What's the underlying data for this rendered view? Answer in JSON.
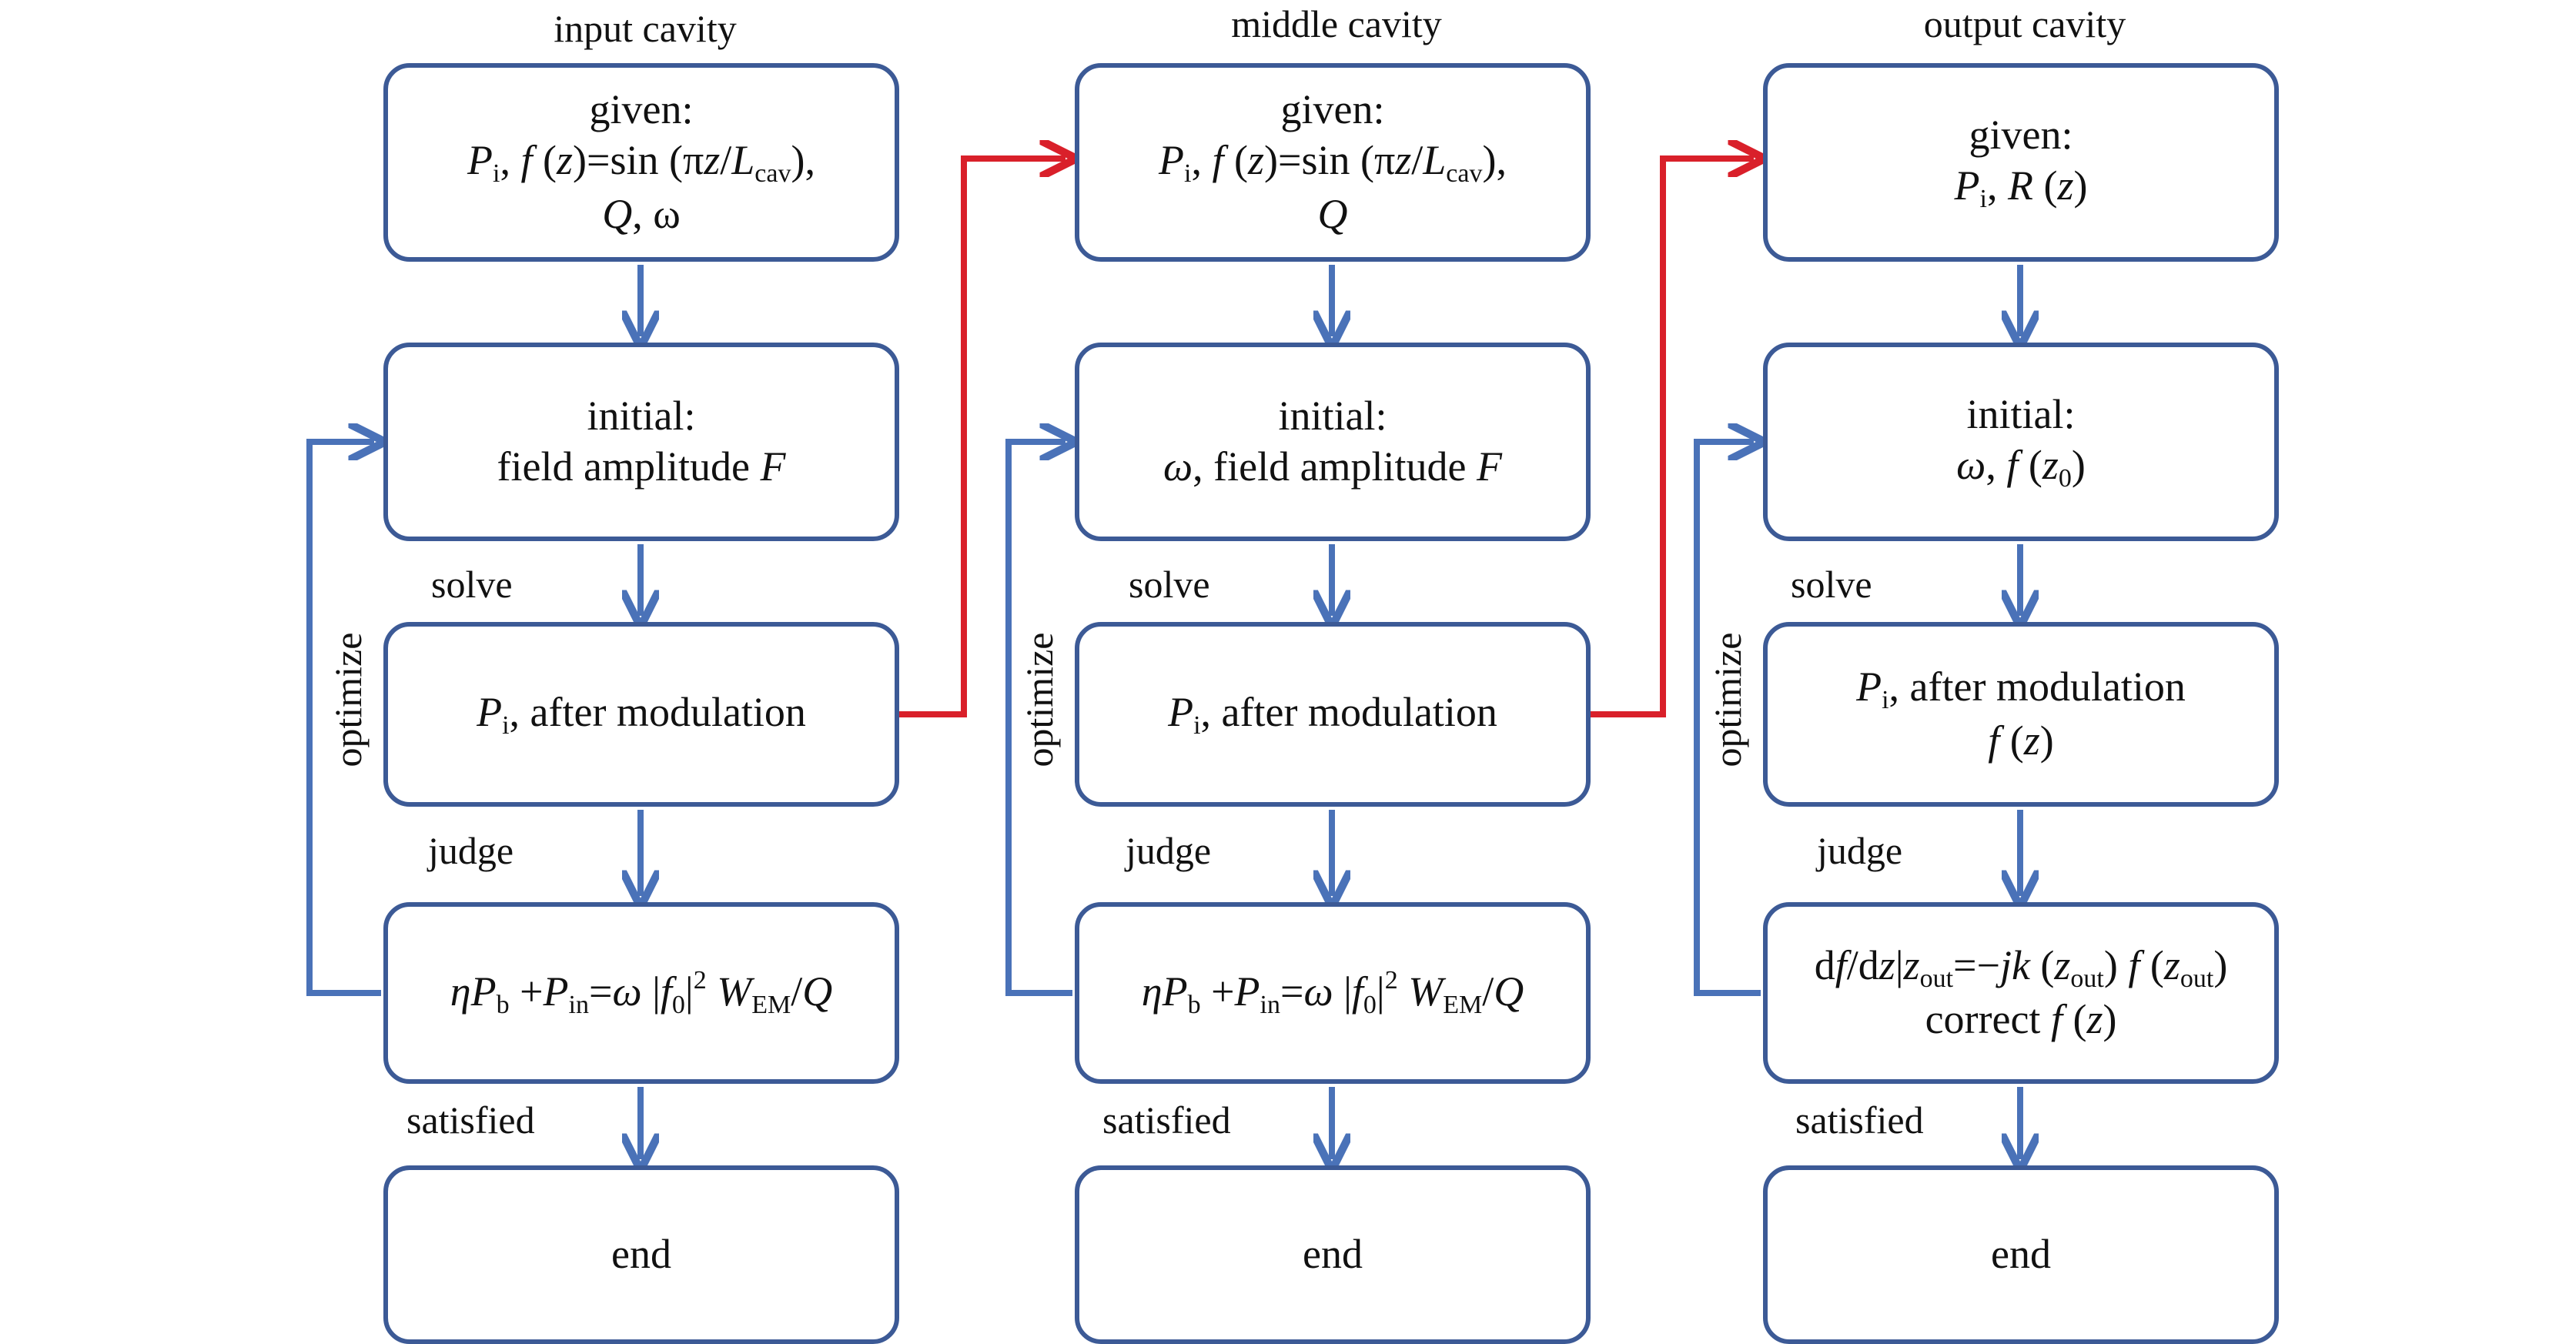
{
  "columns": [
    {
      "title": "input cavity",
      "given_heading": "given:",
      "given_line2": "sin (π",
      "given_line3_extra": ", ω",
      "initial_heading": "initial:",
      "initial_text": "field amplitude ",
      "initial_italic": "F",
      "solve_text": ", after modulation",
      "judge_text": "η",
      "end_text": "end"
    },
    {
      "title": "middle cavity",
      "given_heading": "given:",
      "given_line2": "sin (π",
      "initial_heading": "initial:",
      "initial_text": ", field amplitude ",
      "initial_italic": "F",
      "solve_text": ", after modulation",
      "end_text": "end"
    },
    {
      "title": "output cavity",
      "given_heading": "given:",
      "initial_heading": "initial:",
      "solve_text": ", after modulation",
      "judge_line2": "correct ",
      "end_text": "end"
    }
  ],
  "labels": {
    "solve": "solve",
    "judge": "judge",
    "satisfied": "satisfied",
    "optimize": "optimize"
  },
  "colors": {
    "box_border": "#3c5a96",
    "blue_arrow": "#4a72b8",
    "red_arrow": "#d9202a"
  }
}
